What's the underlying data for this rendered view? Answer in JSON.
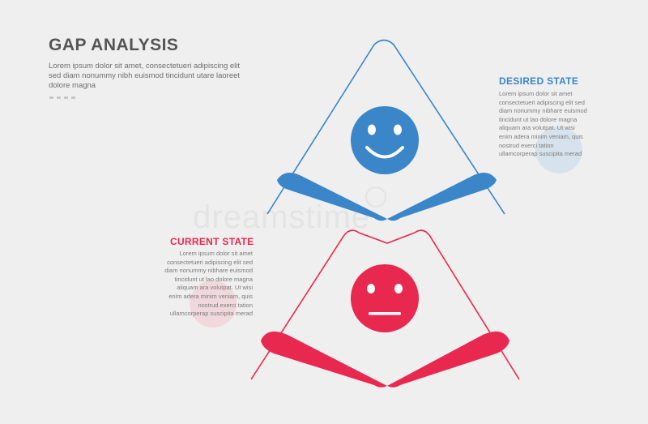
{
  "header": {
    "title": "GAP ANALYSIS",
    "description": "Lorem ipsum dolor sit amet, consectetueri adipiscing elit sed diam nonummy nibh euismod tincidunt utare laoreet dolore magna"
  },
  "desired_state": {
    "title": "DESIRED STATE",
    "description": "Lorem ipsum dolor sit amet consectetueri adipiscing elit sed diam nonummy nibhare euismod tincidunt ut lao dolore magna aliquam ara volutpat. Ut wisi enim adera minim veniam, quis nostrud exerci tation ullamcorperap suscipita merad",
    "color": "#3a86c8",
    "icon": "smiling-face-icon"
  },
  "current_state": {
    "title": "CURRENT STATE",
    "description": "Lorem ipsum dolor sit amet consectetueri adipiscing elit sed diam nonummy nibhare euismod tincidunt ut lao dolore magna aliquam ara volutpat. Ut wisi enim adera minim veniam, quis nostrud exerci tation ullamcorperap suscipita merad",
    "color": "#e8284f",
    "icon": "neutral-face-icon"
  },
  "watermark": "dreamstime"
}
